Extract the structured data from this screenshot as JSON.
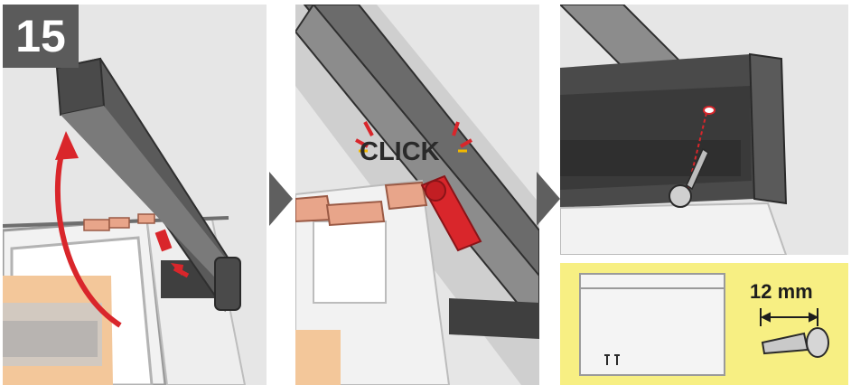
{
  "step": {
    "number": "15"
  },
  "panel2": {
    "sound_label": "CLICK"
  },
  "panel4": {
    "screw_length": "12 mm"
  },
  "colors": {
    "panel_bg": "#e6e6e6",
    "frame_dark": "#4d4d4d",
    "bracket_red": "#d9262b",
    "bracket_pink": "#e8a58a",
    "parts_bag_bg": "#f7ef83",
    "arrow_grey": "#5f5f5f"
  },
  "icons": [
    "curved-up-arrow-icon",
    "click-burst-icon",
    "screw-icon",
    "dimension-arrow-icon",
    "next-step-arrow-icon"
  ]
}
